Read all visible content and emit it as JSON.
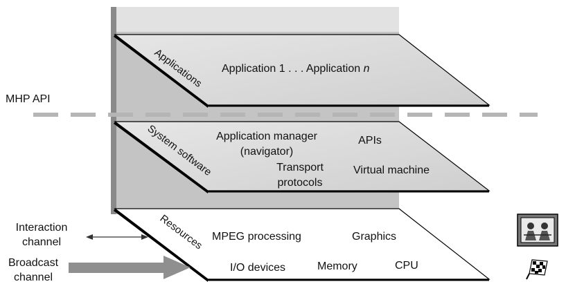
{
  "api_label": "MHP API",
  "layers": {
    "applications": {
      "name": "Applications",
      "content_prefix": "Application 1 . . . Application ",
      "content_italic": "n"
    },
    "system_software": {
      "name": "System software",
      "app_manager_line1": "Application manager",
      "app_manager_line2": "(navigator)",
      "apis": "APIs",
      "transport_line1": "Transport",
      "transport_line2": "protocols",
      "virtual_machine": "Virtual machine"
    },
    "resources": {
      "name": "Resources",
      "mpeg": "MPEG processing",
      "graphics": "Graphics",
      "io": "I/O devices",
      "memory": "Memory",
      "cpu": "CPU"
    }
  },
  "channels": {
    "interaction_line1": "Interaction",
    "interaction_line2": "channel",
    "broadcast_line1": "Broadcast",
    "broadcast_line2": "channel"
  },
  "colors": {
    "back_wall": "#c4c4c4",
    "back_wall_top": "#e2e2e2",
    "layer_face": "#d9d9d9",
    "layer_edge": "#000000",
    "api_dash": "#b5b5b5",
    "broadcast_arrow": "#8f8f8f"
  }
}
